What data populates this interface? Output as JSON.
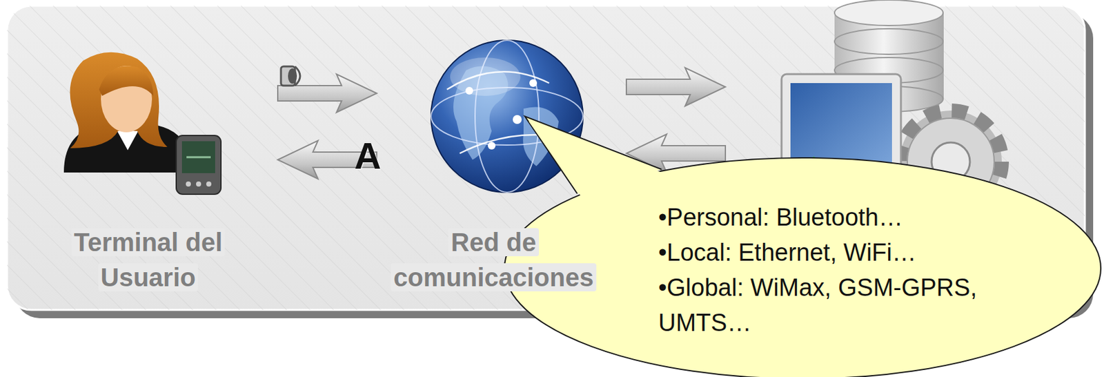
{
  "diagram": {
    "nodes": [
      {
        "text": [
          "•Personal: Bluetooth…",
          "•Local: Ethernet, WiFi…",
          "•Global: WiMax, GSM-GPRS, UMTS…"
        ]
      }
    ],
    "labels": [
      "A",
      "Terminal del Usuario",
      "Red de comunicaciones"
    ]
  }
}
